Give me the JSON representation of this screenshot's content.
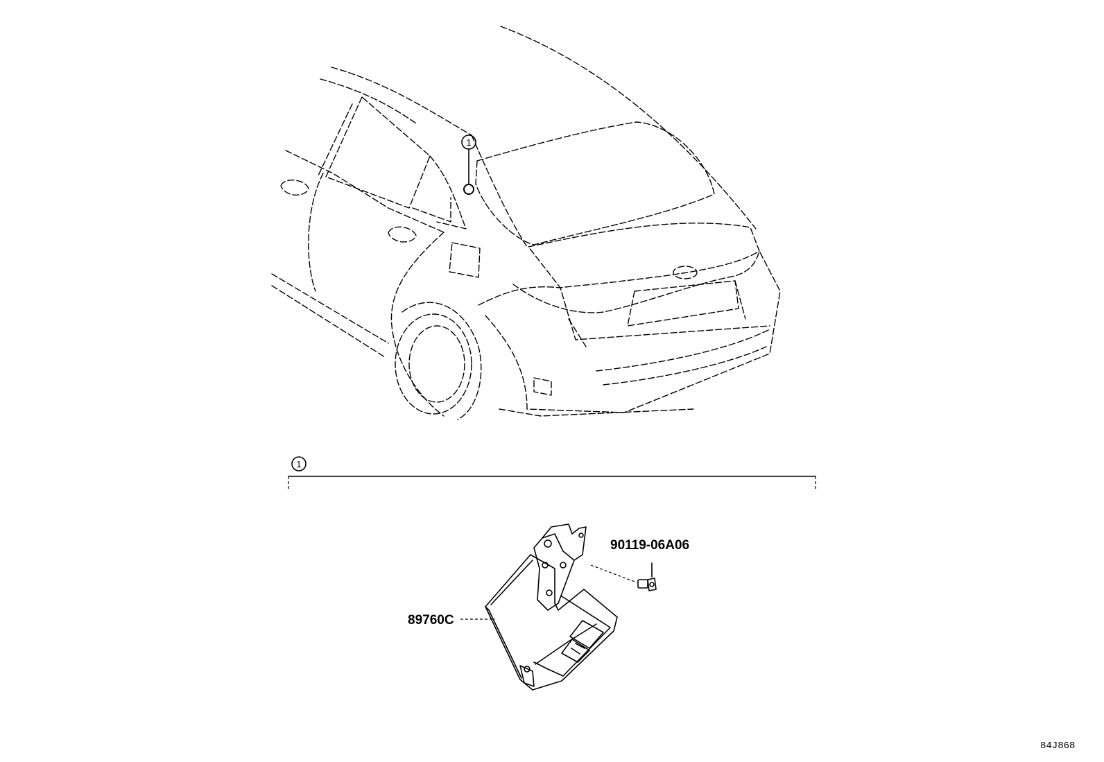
{
  "callouts": {
    "top_ref": "1",
    "section_ref": "1"
  },
  "parts": {
    "module_part_no": "89760C",
    "bolt_part_no": "90119-06A06"
  },
  "figure_code": "84J868"
}
